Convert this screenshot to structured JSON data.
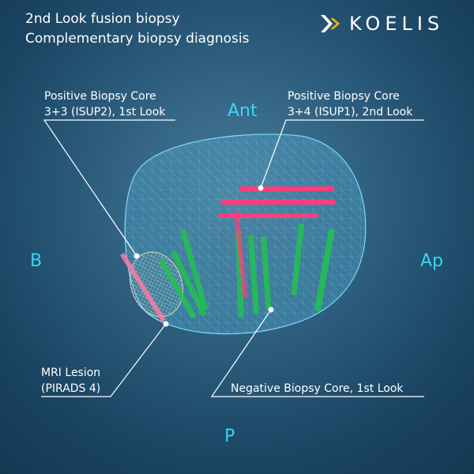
{
  "header": {
    "title_line1": "2nd Look fusion biopsy",
    "title_line2": "Complementary biopsy diagnosis",
    "logo_text": "KOELIS"
  },
  "orientation": {
    "anterior": "Ant",
    "base": "B",
    "apex": "Ap",
    "posterior": "P"
  },
  "callouts": {
    "positive_first": {
      "line1": "Positive Biopsy Core",
      "line2": "3+3 (ISUP2), 1st Look"
    },
    "positive_second": {
      "line1": "Positive Biopsy Core",
      "line2": "3+4 (ISUP1), 2nd Look"
    },
    "mri_lesion": {
      "line1": "MRI Lesion",
      "line2": "(PIRADS 4)"
    },
    "negative_first": {
      "line1": "Negative Biopsy Core, 1st Look"
    }
  },
  "colors": {
    "direction_label": "#38d6f5",
    "mesh": "#5fc8f0",
    "positive_core": "#ff3d7a",
    "negative_core": "#22c24f",
    "lesion_mesh": "#e8e0c0",
    "logo_accent": "#f2b705"
  }
}
